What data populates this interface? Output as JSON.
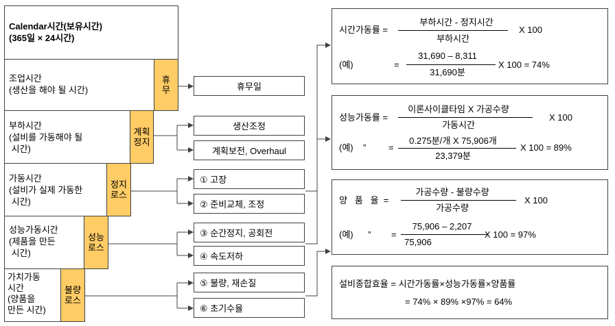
{
  "stack": {
    "calendar": [
      "Calendar시간(보유시간)",
      "(365일 × 24시간)"
    ],
    "operation": [
      "조업시간",
      "(생산을 해야 될 시간)"
    ],
    "load": [
      "부하시간",
      "(설비를 가동해야 될",
      " 시간)"
    ],
    "running": [
      "가동시간",
      "(설비가 실제 가동한",
      " 시간)"
    ],
    "performance": [
      "성능가동시간",
      "(제품을 만든",
      " 시간)"
    ],
    "value": [
      "가치가동",
      "시간",
      "(양품을",
      "만든 시간)"
    ]
  },
  "tags": {
    "holiday": "휴\n무",
    "planned": "계획\n정지",
    "stop_loss": "정지\n로스",
    "perf_loss": "성능\n로스",
    "defect_loss": "불량\n로스"
  },
  "items": {
    "holiday": "휴무일",
    "production_adjust": "생산조정",
    "planned_maint": "계획보전, Overhaul",
    "breakdown": "① 고장",
    "setup": "② 준비교체, 조정",
    "minor_stop": "③ 순간정지, 공회전",
    "speed_drop": "④ 속도저하",
    "defect": "⑤ 불량, 재손질",
    "yield": "⑥ 초기수율"
  },
  "formulas": {
    "availability": {
      "label": "시간가동률 =",
      "numerator": "부하시간 - 정지시간",
      "denominator": "부하시간",
      "times": "X 100",
      "example_label": "(예)",
      "eq": "=",
      "ex_numerator": "31,690 – 8,311",
      "ex_denominator": "31,690분",
      "ex_result": "X 100 = 74%"
    },
    "performance": {
      "label": "성능가동률 =",
      "numerator": "이론사이클타임 X 가공수량",
      "denominator": "가동시간",
      "times": "X 100",
      "example_label": "(예)    ”",
      "eq": "=",
      "ex_numerator": "0.275분/개 X 75,906개",
      "ex_denominator": "23,379분",
      "ex_result": "X 100 = 89%"
    },
    "quality": {
      "label": "양   품   율  =",
      "numerator": "가공수량 - 불량수량",
      "denominator": "가공수량",
      "times": "X 100",
      "example_label": "(예)      ”",
      "eq": "=",
      "ex_numerator": "75,906 – 2,207",
      "ex_denominator": "75,906",
      "ex_result": "X 100 = 97%"
    },
    "oee": {
      "line1": "설비종합효율 = 시간가동률×성능가동률×양품률",
      "line2": "= 74% × 89% ×97% = 64%"
    }
  }
}
